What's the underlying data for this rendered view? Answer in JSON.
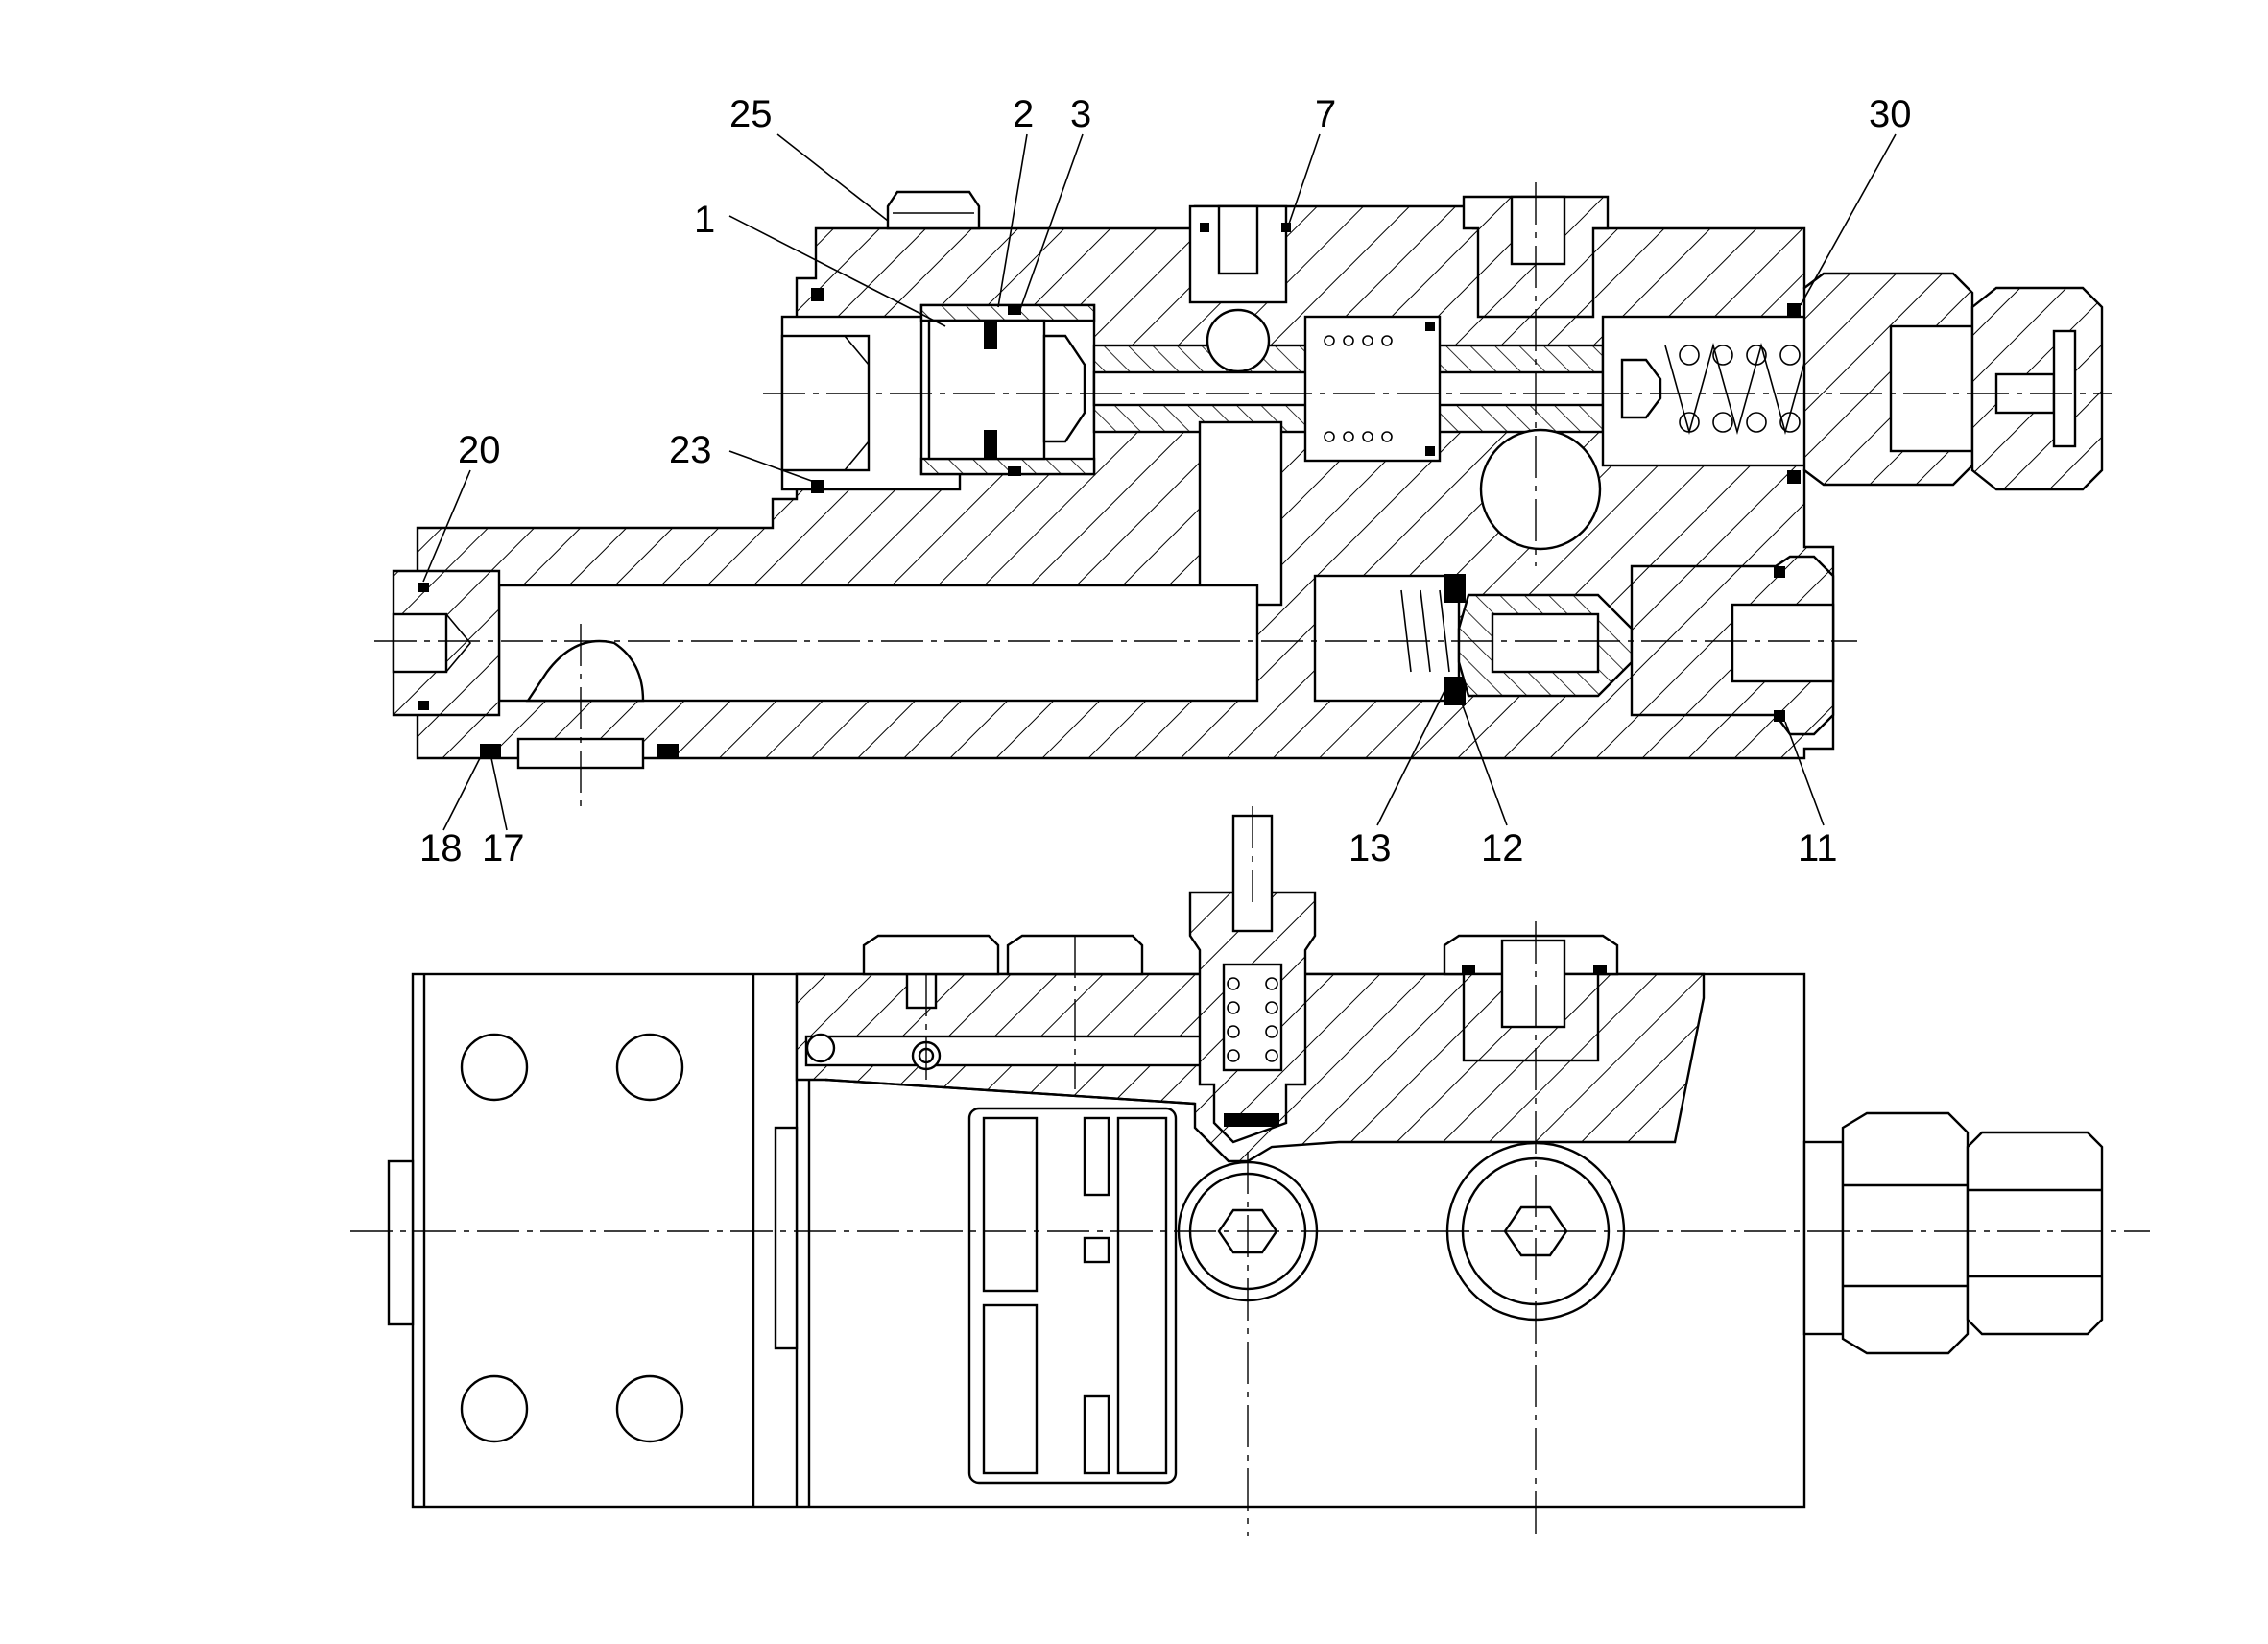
{
  "drawing": {
    "type": "hydraulic valve cross-section assembly drawing",
    "callouts": [
      {
        "id": "c25",
        "label": "25"
      },
      {
        "id": "c2",
        "label": "2"
      },
      {
        "id": "c3",
        "label": "3"
      },
      {
        "id": "c7",
        "label": "7"
      },
      {
        "id": "c30",
        "label": "30"
      },
      {
        "id": "c1",
        "label": "1"
      },
      {
        "id": "c20",
        "label": "20"
      },
      {
        "id": "c23",
        "label": "23"
      },
      {
        "id": "c18",
        "label": "18"
      },
      {
        "id": "c17",
        "label": "17"
      },
      {
        "id": "c13",
        "label": "13"
      },
      {
        "id": "c12",
        "label": "12"
      },
      {
        "id": "c11",
        "label": "11"
      }
    ],
    "views": [
      "section-view",
      "side-view"
    ]
  }
}
